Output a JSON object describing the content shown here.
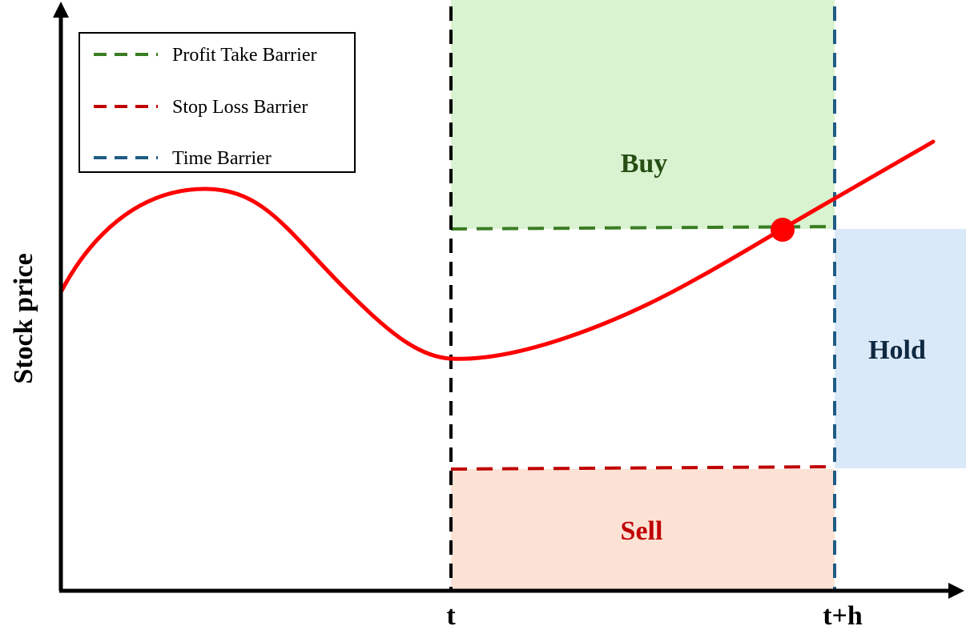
{
  "legend": {
    "items": [
      {
        "label": "Profit Take Barrier",
        "color": "#3a7d23"
      },
      {
        "label": "Stop Loss Barrier",
        "color": "#c00000"
      },
      {
        "label": "Time Barrier",
        "color": "#1f5c85"
      }
    ]
  },
  "regions": {
    "buy": {
      "label": "Buy",
      "fill": "#d9f2d0",
      "text_color": "#274e13"
    },
    "sell": {
      "label": "Sell",
      "fill": "#fbe2d5",
      "text_color": "#c00000"
    },
    "hold": {
      "label": "Hold",
      "fill": "#dae9f8",
      "text_color": "#0e2841"
    }
  },
  "axes": {
    "ylabel": "Stock price",
    "x_ticks": [
      "t",
      "t+h"
    ]
  },
  "colors": {
    "price_path": "#ff0000",
    "axis": "#000000",
    "start_line": "#000000"
  }
}
